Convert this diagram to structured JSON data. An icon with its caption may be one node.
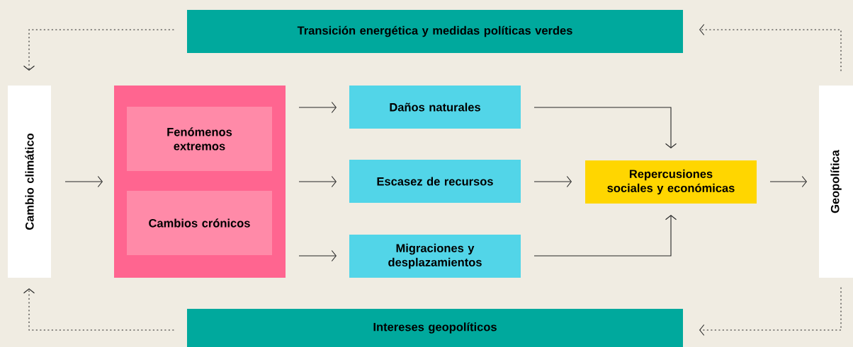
{
  "diagram": {
    "nodes": [
      {
        "text": [
          "Transición energética y medidas políticas verdes"
        ]
      },
      {
        "text": [
          "Cambio climático"
        ]
      },
      {
        "text": [],
        "shape": "box"
      },
      {
        "text": [
          "Fenómenos extremos"
        ],
        "in": 2
      },
      {
        "text": [
          "Cambios crónicos"
        ],
        "in": 2
      },
      {
        "text": [
          "Daños naturales"
        ]
      },
      {
        "text": [
          "Escasez de recursos"
        ]
      },
      {
        "text": [
          "Migraciones y desplazamientos"
        ]
      },
      {
        "text": [
          "Repercusiones sociales y económicas"
        ]
      },
      {
        "text": [
          "Geopolítica"
        ]
      },
      {
        "text": [
          "Intereses geopolíticos"
        ]
      }
    ],
    "edges": [
      {
        "from": 1,
        "to": 2,
        "arrow": "to"
      },
      {
        "from": 2,
        "to": 5,
        "arrow": "to"
      },
      {
        "from": 2,
        "to": 6,
        "arrow": "to"
      },
      {
        "from": 2,
        "to": 7,
        "arrow": "to"
      },
      {
        "from": 5,
        "to": 8,
        "arrow": "to"
      },
      {
        "from": 6,
        "to": 8,
        "arrow": "to"
      },
      {
        "from": 7,
        "to": 8,
        "arrow": "to"
      },
      {
        "from": 8,
        "to": 9,
        "arrow": "to"
      },
      {
        "from": 9,
        "to": 0,
        "arrow": "to",
        "style": "dashed"
      },
      {
        "from": 0,
        "to": 1,
        "arrow": "to",
        "style": "dashed"
      },
      {
        "from": 9,
        "to": 10,
        "arrow": "to",
        "style": "dashed"
      },
      {
        "from": 10,
        "to": 1,
        "arrow": "to",
        "style": "dashed"
      }
    ]
  }
}
